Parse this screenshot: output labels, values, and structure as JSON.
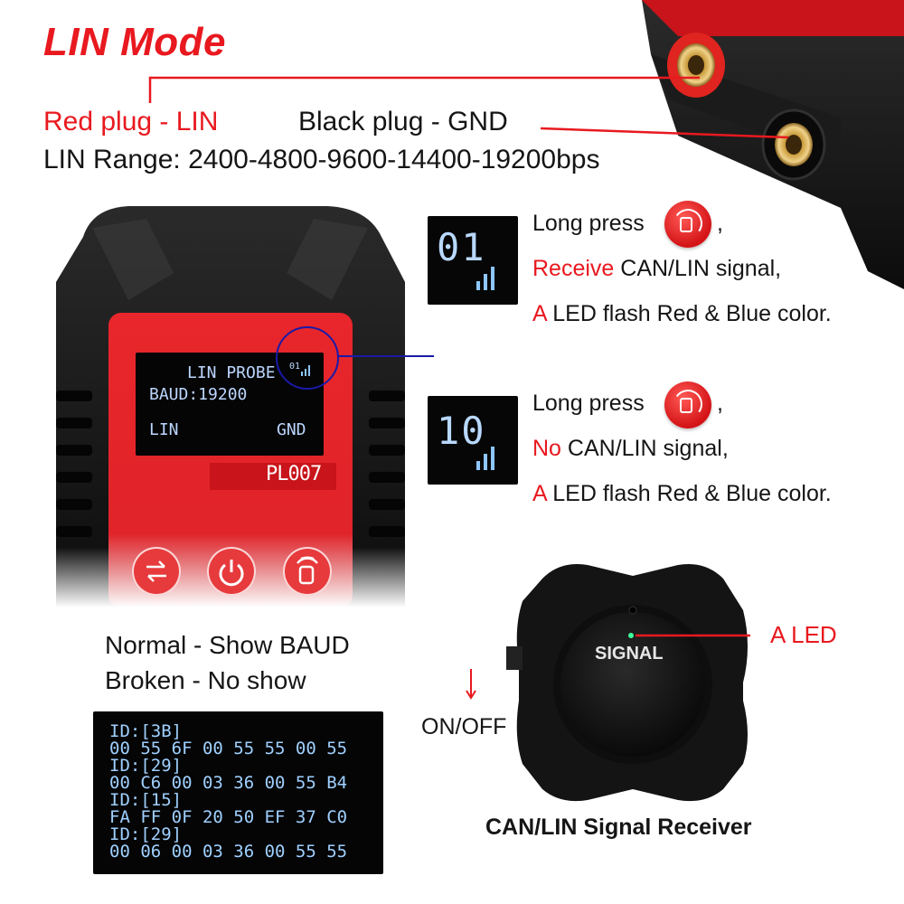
{
  "title": "LIN Mode",
  "plugs": {
    "red": "Red plug - LIN",
    "black": "Black plug - GND",
    "range": "LIN Range: 2400-4800-9600-14400-19200bps"
  },
  "device": {
    "screen_title": "LIN PROBE",
    "screen_indicator": "01",
    "screen_baud": "BAUD:19200",
    "screen_lin": "LIN",
    "screen_gnd": "GND",
    "model": "PL007"
  },
  "states": [
    {
      "code": "01",
      "line1": "Long press",
      "line1_end": ",",
      "line2_highlight": "Receive",
      "line2_rest": " CAN/LIN signal,",
      "line3_highlight": "A",
      "line3_rest": " LED flash Red & Blue color."
    },
    {
      "code": "10",
      "line1": "Long press",
      "line1_end": ",",
      "line2_highlight": "No",
      "line2_rest": " CAN/LIN signal,",
      "line3_highlight": "A",
      "line3_rest": " LED flash Red & Blue color."
    }
  ],
  "status_notes": [
    "Normal - Show BAUD",
    "Broken - No show"
  ],
  "log_lines": [
    "ID:[3B]",
    "00 55 6F 00 55 55 00 55",
    "ID:[29]",
    "00 C6 00 03 36 00 55 B4",
    "ID:[15]",
    "FA FF 0F 20 50 EF 37 C0",
    "ID:[29]",
    "00 06 00 03 36 00 55 55"
  ],
  "receiver": {
    "label": "SIGNAL",
    "led_label": "A LED",
    "switch_label": "ON/OFF",
    "caption": "CAN/LIN Signal Receiver"
  },
  "colors": {
    "accent_red": "#e8191f",
    "device_red": "#e0242a",
    "lcd_text": "#9fd0ff",
    "callout_blue": "#1a1aa8"
  }
}
